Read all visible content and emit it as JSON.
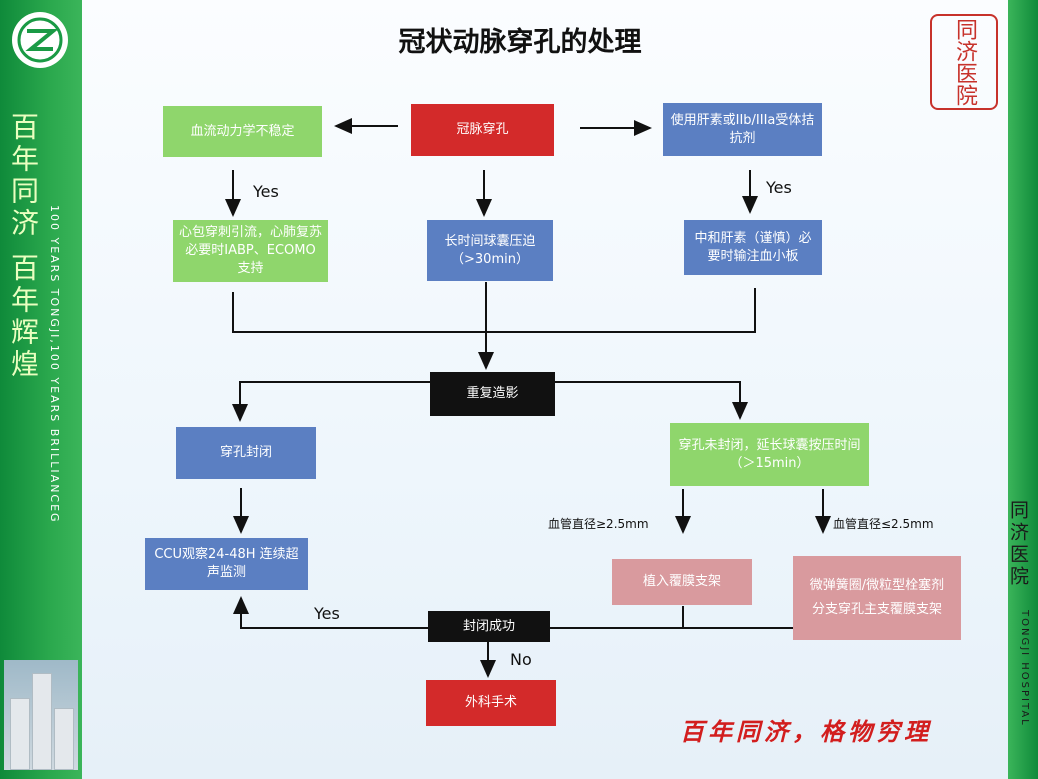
{
  "title": "冠状动脉穿孔的处理",
  "nodes": {
    "perforation": "冠脉穿孔",
    "hemodynamic": "血流动力学不稳定",
    "heparin": "使用肝素或IIb/IIIa受体拮抗剂",
    "pericardio": "心包穿刺引流，心肺复苏必要时IABP、ECOMO支持",
    "balloon": "长时间球囊压迫（>30min）",
    "neutralize": "中和肝素（谨慎）必要时输注血小板",
    "repeat": "重复造影",
    "closed": "穿孔封闭",
    "notclosed": "穿孔未封闭，延长球囊按压时间（＞15min）",
    "ccu": "CCU观察24-48H 连续超声监测",
    "stent": "植入覆膜支架",
    "coil": "微弹簧圈/微粒型栓塞剂",
    "branch": "分支穿孔主支覆膜支架",
    "success": "封闭成功",
    "surgery": "外科手术"
  },
  "labels": {
    "yes1": "Yes",
    "yes2": "Yes",
    "yes3": "Yes",
    "no": "No",
    "vessel_ge": "血管直径≥2.5mm",
    "vessel_le": "血管直径≤2.5mm"
  },
  "branding": {
    "band_cn": "百年同济 百年辉煌",
    "band_en": "100 YEARS TONGJI,100 YEARS BRILLIANCEG",
    "seal": "同济医院",
    "right_cn": "同济医院",
    "right_en": "TONGJI HOSPITAL",
    "motto": "百年同济，格物穷理"
  },
  "colors": {
    "green": "#8fd66c",
    "blue": "#5b7fc2",
    "red": "#d32a2a",
    "black": "#111111",
    "pink": "#d99a9e",
    "band": "#1a9a45"
  }
}
